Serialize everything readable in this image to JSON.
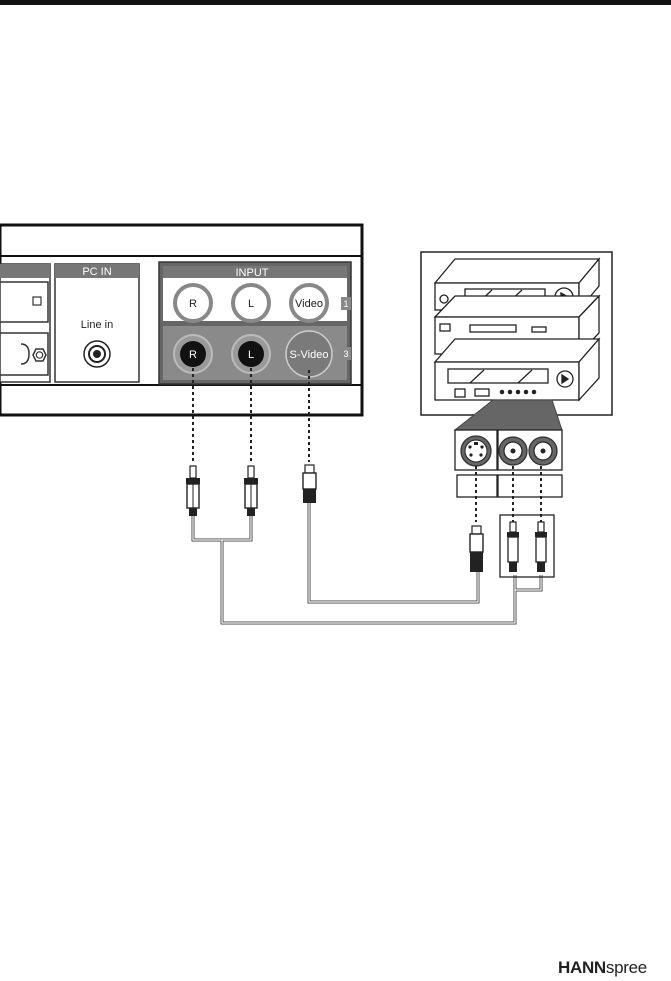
{
  "tv_panel": {
    "pc_in_label": "PC IN",
    "line_in_label": "Line in",
    "input_label": "INPUT",
    "row1_jacks": [
      "R",
      "L",
      "Video"
    ],
    "row2_jacks": [
      "R",
      "L",
      "S-Video"
    ],
    "row1_tag": "1",
    "row2_tag": "3"
  },
  "brand": {
    "bold": "HANN",
    "light": "spree"
  }
}
